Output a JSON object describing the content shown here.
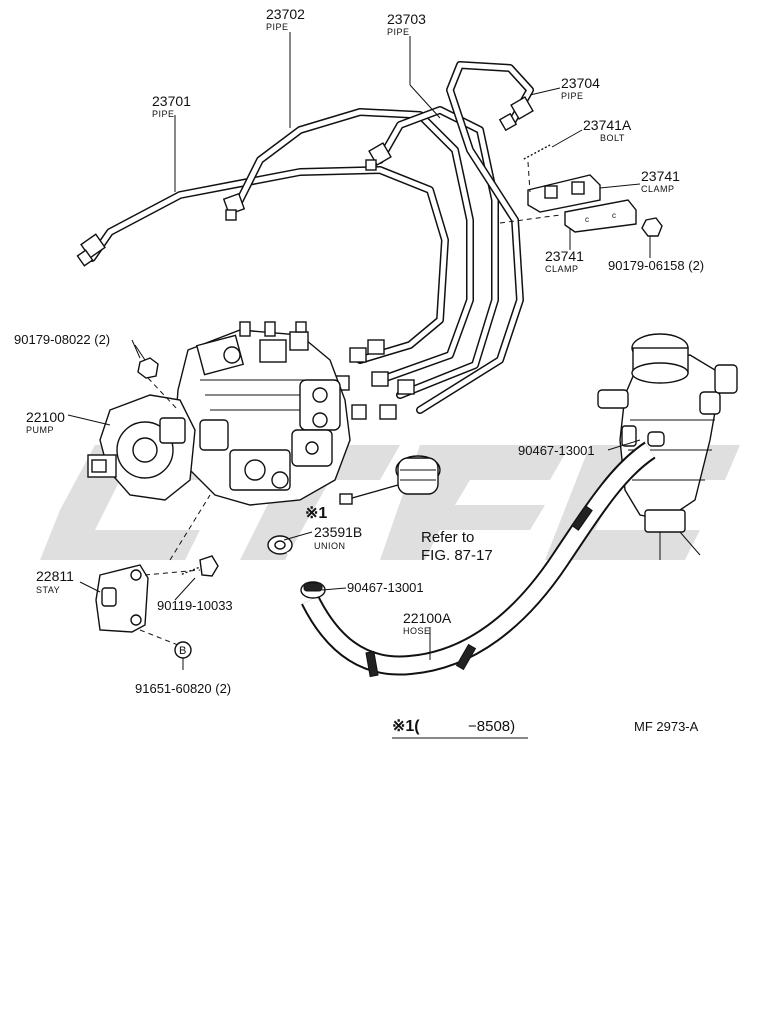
{
  "diagram_code": "MF 2973-A",
  "footnote": {
    "label": "※1(",
    "range": "−8508)"
  },
  "callouts": {
    "p23701": {
      "number": "23701",
      "name": "PIPE"
    },
    "p23702": {
      "number": "23702",
      "name": "PIPE"
    },
    "p23703": {
      "number": "23703",
      "name": "PIPE"
    },
    "p23704": {
      "number": "23704",
      "name": "PIPE"
    },
    "p23741A": {
      "number": "23741A",
      "name": "BOLT"
    },
    "p23741_upper": {
      "number": "23741",
      "name": "CLAMP"
    },
    "p23741_lower": {
      "number": "23741",
      "name": "CLAMP"
    },
    "p90179_06158": {
      "number": "90179-06158 (2)"
    },
    "p90179_08022": {
      "number": "90179-08022 (2)"
    },
    "p22100": {
      "number": "22100",
      "name": "PUMP"
    },
    "p90467_13001_upper": {
      "number": "90467-13001"
    },
    "p23591B": {
      "number": "23591B",
      "name": "UNION"
    },
    "note_mark": {
      "text": "※1"
    },
    "refer": {
      "line1": "Refer to",
      "line2": "FIG. 87-17"
    },
    "p22811": {
      "number": "22811",
      "name": "STAY"
    },
    "p90119_10033": {
      "number": "90119-10033"
    },
    "p90467_13001_lower": {
      "number": "90467-13001"
    },
    "p22100A": {
      "number": "22100A",
      "name": "HOSE"
    },
    "p91651_60820": {
      "number": "91651-60820 (2)"
    },
    "b_marker": {
      "text": "B"
    }
  }
}
